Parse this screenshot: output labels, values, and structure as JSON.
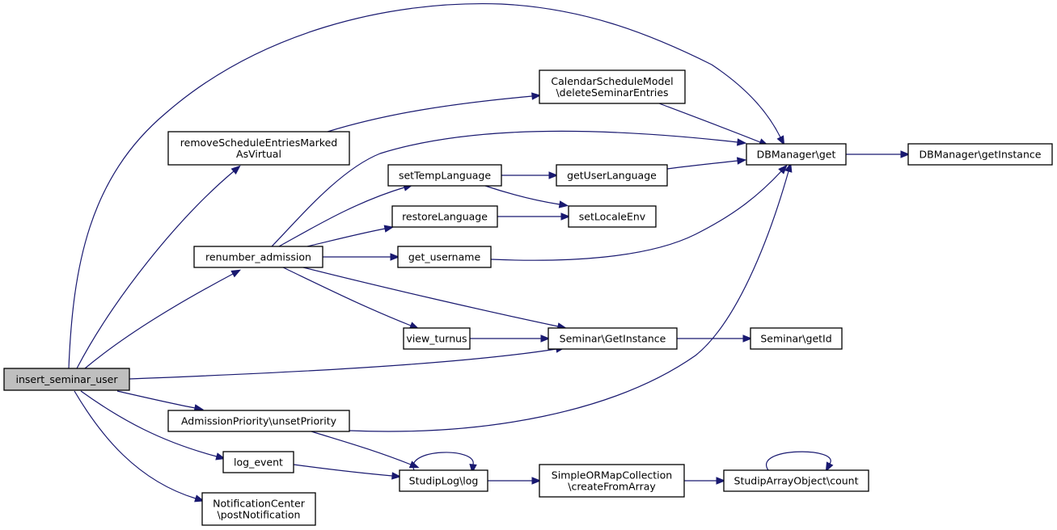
{
  "graph": {
    "title": "insert_seminar_user call graph",
    "root": "insert_seminar_user",
    "colors": {
      "edge": "#191970",
      "root_fill": "#bfbfbf",
      "node_fill": "#ffffff",
      "border": "#000000"
    },
    "nodes": [
      {
        "id": "insert_seminar_user",
        "lines": [
          "insert_seminar_user"
        ],
        "root": true
      },
      {
        "id": "removeScheduleEntriesMarkedAsVirtual",
        "lines": [
          "removeScheduleEntriesMarked",
          "AsVirtual"
        ]
      },
      {
        "id": "renumber_admission",
        "lines": [
          "renumber_admission"
        ]
      },
      {
        "id": "AdmissionPriority_unsetPriority",
        "lines": [
          "AdmissionPriority\\unsetPriority"
        ]
      },
      {
        "id": "log_event",
        "lines": [
          "log_event"
        ]
      },
      {
        "id": "NotificationCenter_postNotification",
        "lines": [
          "NotificationCenter",
          "\\postNotification"
        ]
      },
      {
        "id": "CalendarScheduleModel_deleteSeminarEntries",
        "lines": [
          "CalendarScheduleModel",
          "\\deleteSeminarEntries"
        ]
      },
      {
        "id": "setTempLanguage",
        "lines": [
          "setTempLanguage"
        ]
      },
      {
        "id": "restoreLanguage",
        "lines": [
          "restoreLanguage"
        ]
      },
      {
        "id": "get_username",
        "lines": [
          "get_username"
        ]
      },
      {
        "id": "view_turnus",
        "lines": [
          "view_turnus"
        ]
      },
      {
        "id": "getUserLanguage",
        "lines": [
          "getUserLanguage"
        ]
      },
      {
        "id": "setLocaleEnv",
        "lines": [
          "setLocaleEnv"
        ]
      },
      {
        "id": "Seminar_GetInstance",
        "lines": [
          "Seminar\\GetInstance"
        ]
      },
      {
        "id": "StudipLog_log",
        "lines": [
          "StudipLog\\log"
        ]
      },
      {
        "id": "DBManager_get",
        "lines": [
          "DBManager\\get"
        ]
      },
      {
        "id": "DBManager_getInstance",
        "lines": [
          "DBManager\\getInstance"
        ]
      },
      {
        "id": "Seminar_getId",
        "lines": [
          "Seminar\\getId"
        ]
      },
      {
        "id": "SimpleORMapCollection_createFromArray",
        "lines": [
          "SimpleORMapCollection",
          "\\createFromArray"
        ]
      },
      {
        "id": "StudipArrayObject_count",
        "lines": [
          "StudipArrayObject\\count"
        ]
      }
    ],
    "edges": [
      {
        "from": "insert_seminar_user",
        "to": "DBManager_get"
      },
      {
        "from": "insert_seminar_user",
        "to": "removeScheduleEntriesMarkedAsVirtual"
      },
      {
        "from": "insert_seminar_user",
        "to": "renumber_admission"
      },
      {
        "from": "insert_seminar_user",
        "to": "Seminar_GetInstance"
      },
      {
        "from": "insert_seminar_user",
        "to": "AdmissionPriority_unsetPriority"
      },
      {
        "from": "insert_seminar_user",
        "to": "log_event"
      },
      {
        "from": "insert_seminar_user",
        "to": "NotificationCenter_postNotification"
      },
      {
        "from": "removeScheduleEntriesMarkedAsVirtual",
        "to": "CalendarScheduleModel_deleteSeminarEntries"
      },
      {
        "from": "CalendarScheduleModel_deleteSeminarEntries",
        "to": "DBManager_get"
      },
      {
        "from": "renumber_admission",
        "to": "DBManager_get"
      },
      {
        "from": "renumber_admission",
        "to": "setTempLanguage"
      },
      {
        "from": "renumber_admission",
        "to": "restoreLanguage"
      },
      {
        "from": "renumber_admission",
        "to": "get_username"
      },
      {
        "from": "renumber_admission",
        "to": "view_turnus"
      },
      {
        "from": "renumber_admission",
        "to": "Seminar_GetInstance"
      },
      {
        "from": "setTempLanguage",
        "to": "getUserLanguage"
      },
      {
        "from": "setTempLanguage",
        "to": "setLocaleEnv"
      },
      {
        "from": "restoreLanguage",
        "to": "setLocaleEnv"
      },
      {
        "from": "getUserLanguage",
        "to": "DBManager_get"
      },
      {
        "from": "get_username",
        "to": "DBManager_get"
      },
      {
        "from": "view_turnus",
        "to": "Seminar_GetInstance"
      },
      {
        "from": "Seminar_GetInstance",
        "to": "Seminar_getId"
      },
      {
        "from": "AdmissionPriority_unsetPriority",
        "to": "DBManager_get"
      },
      {
        "from": "AdmissionPriority_unsetPriority",
        "to": "StudipLog_log"
      },
      {
        "from": "log_event",
        "to": "StudipLog_log"
      },
      {
        "from": "StudipLog_log",
        "to": "StudipLog_log"
      },
      {
        "from": "StudipLog_log",
        "to": "SimpleORMapCollection_createFromArray"
      },
      {
        "from": "SimpleORMapCollection_createFromArray",
        "to": "StudipArrayObject_count"
      },
      {
        "from": "StudipArrayObject_count",
        "to": "StudipArrayObject_count"
      },
      {
        "from": "DBManager_get",
        "to": "DBManager_getInstance"
      }
    ]
  }
}
